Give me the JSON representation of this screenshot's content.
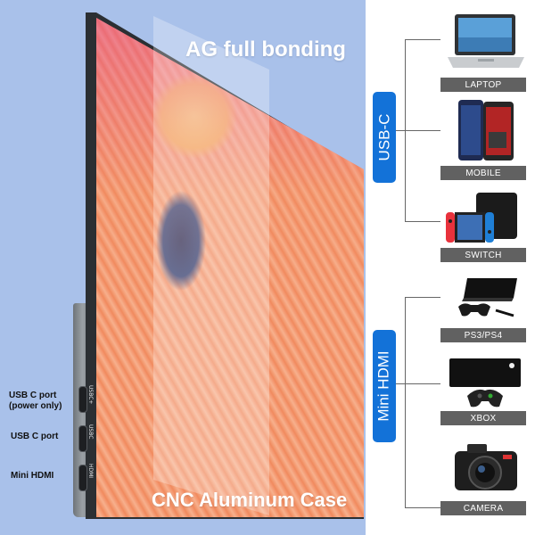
{
  "headlines": {
    "top": "AG full bonding",
    "bottom": "CNC Aluminum Case"
  },
  "ports": {
    "usb_c_power": "USB C port\n(power only)",
    "usb_c_power_line1": "USB C port",
    "usb_c_power_line2": "(power only)",
    "usb_c": "USB C port",
    "mini_hdmi": "Mini HDMI",
    "port_text_1": "USBC+",
    "port_text_2": "USBC",
    "port_text_3": "HDMI"
  },
  "groups": {
    "usb_c": "USB-C",
    "mini_hdmi": "Mini HDMI"
  },
  "devices": [
    {
      "label": "LAPTOP",
      "icon": "laptop-icon"
    },
    {
      "label": "MOBILE",
      "icon": "smartphone-icon"
    },
    {
      "label": "SWITCH",
      "icon": "game-console-switch-icon"
    },
    {
      "label": "PS3/PS4",
      "icon": "game-console-ps4-icon"
    },
    {
      "label": "XBOX",
      "icon": "game-console-xbox-icon"
    },
    {
      "label": "CAMERA",
      "icon": "camera-icon"
    }
  ],
  "colors": {
    "background_blue": "#a9c1ea",
    "badge_blue": "#1372d8",
    "label_gray": "#616161"
  }
}
